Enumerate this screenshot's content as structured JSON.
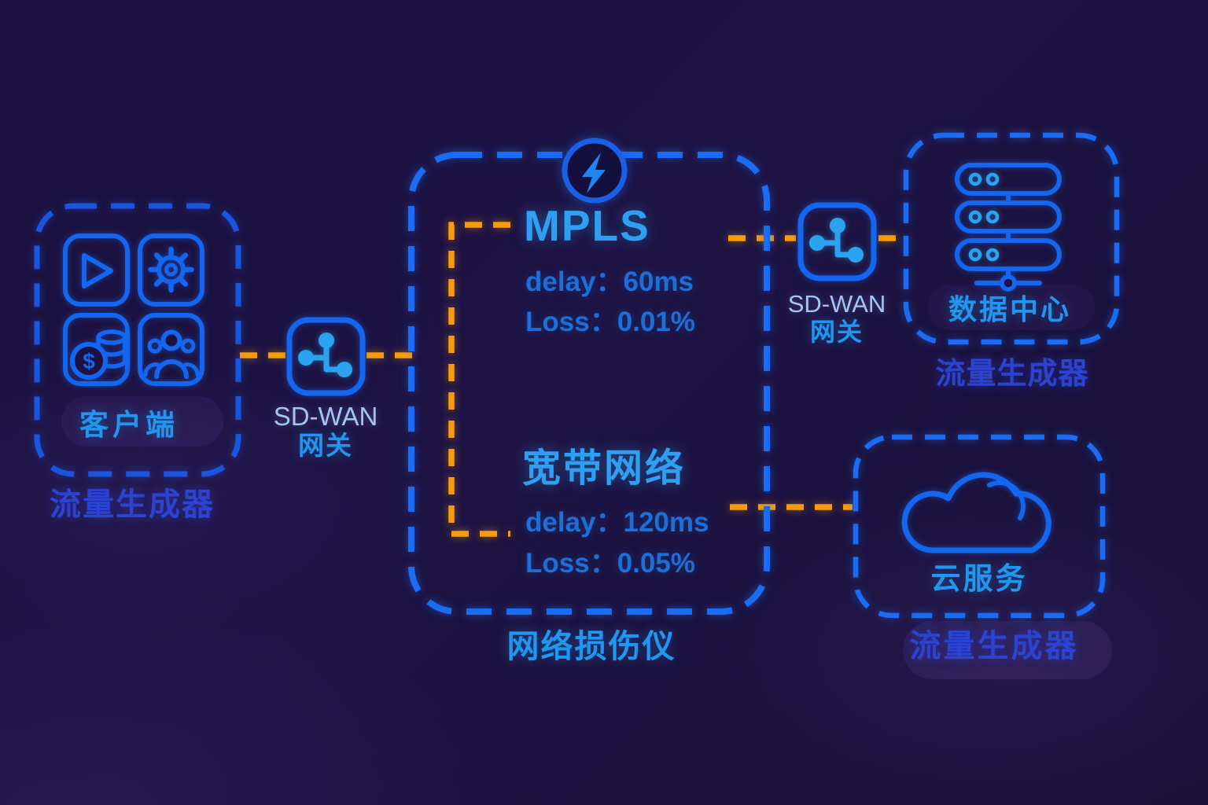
{
  "palette": {
    "bg": "#1c1240",
    "blue_dash": "#1a6cf5",
    "blue_dash_dim": "#1a55e0",
    "blue_icon": "#1566ee",
    "icon_accent": "#2ba3f0",
    "orange": "#f89c0e",
    "cyan_text": "#2196ef",
    "net_title_text": "#2f9ff2",
    "value_text": "#1d6ed6",
    "label_text": "#2b43cf",
    "light_text": "#a4c4f4"
  },
  "nodes": {
    "client": {
      "title": "客户端",
      "caption": "流量生成器"
    },
    "gateway_left": {
      "name": "SD-WAN",
      "sub": "网关"
    },
    "impairment": {
      "caption": "网络损伤仪",
      "mpls": {
        "title": "MPLS",
        "delay": "delay：60ms",
        "loss": "Loss：0.01%"
      },
      "broadband": {
        "title": "宽带网络",
        "delay": "delay：120ms",
        "loss": "Loss：0.05%"
      }
    },
    "gateway_right": {
      "name": "SD-WAN",
      "sub": "网关"
    },
    "datacenter": {
      "title": "数据中心",
      "caption": "流量生成器"
    },
    "cloud": {
      "title": "云服务",
      "caption": "流量生成器"
    }
  },
  "icons": {
    "dollar_sign": "$",
    "client_tiles": [
      "play-icon",
      "gear-icon",
      "coins-icon",
      "users-icon"
    ],
    "gateway": "network-branch-icon",
    "impairment": "lightning-icon",
    "datacenter": "server-stack-icon",
    "cloud": "cloud-icon"
  }
}
